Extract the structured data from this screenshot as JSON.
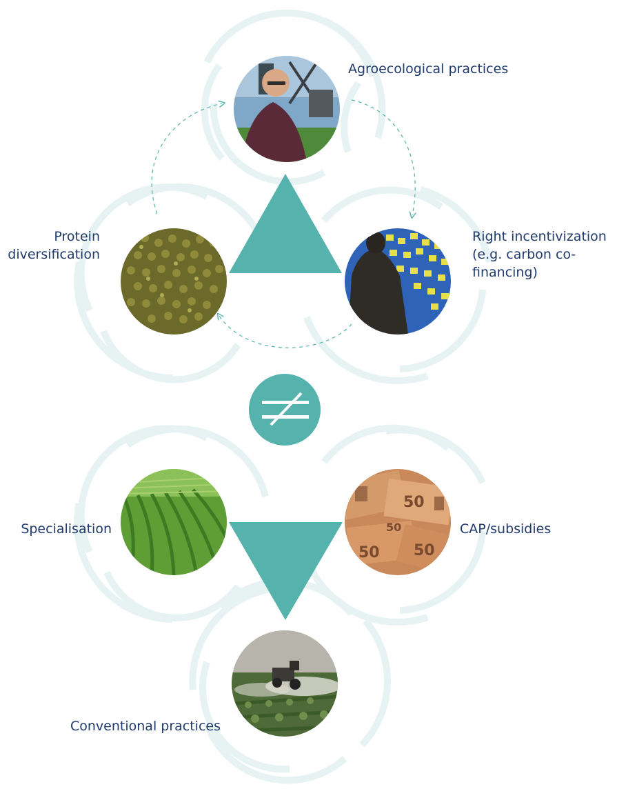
{
  "colors": {
    "teal": "#55b2ad",
    "ring": "#e4f2f1",
    "label": "#1f3a6b",
    "dashed": "#55b2ad"
  },
  "top_group": {
    "agroecological": "Agroecological practices",
    "protein_line1": "Protein",
    "protein_line2": "diversification",
    "incentive_line1": "Right incentivization",
    "incentive_line2": "(e.g. carbon co-financing)"
  },
  "bottom_group": {
    "specialisation": "Specialisation",
    "cap_subsidies": "CAP/subsidies",
    "conventional": "Conventional practices"
  },
  "images": {
    "farmer": "farmer-photo-icon",
    "beans": "mung-beans-photo-icon",
    "board": "sticky-notes-board-photo-icon",
    "field": "crop-field-photo-icon",
    "money": "euro-banknotes-photo-icon",
    "tractor": "tractor-spraying-photo-icon"
  },
  "symbol": "not-equal-icon"
}
